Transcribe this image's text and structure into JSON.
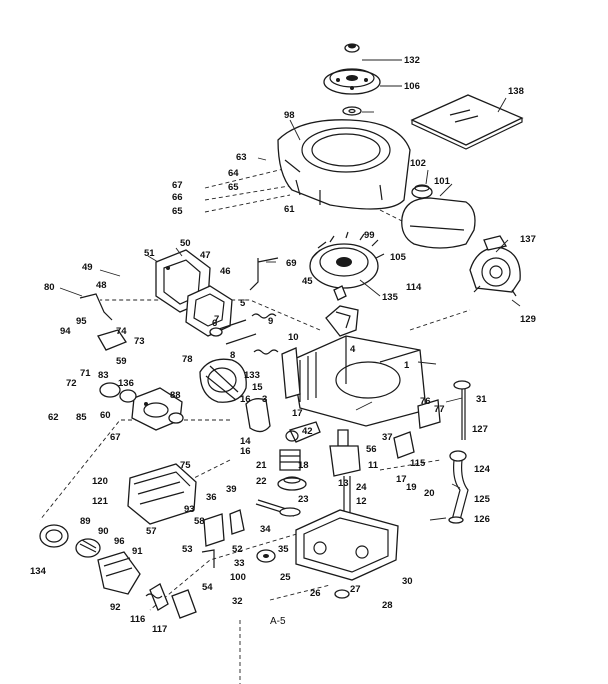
{
  "page_label": "A-5",
  "callouts": [
    "132",
    "106",
    "138",
    "98",
    "102",
    "101",
    "63",
    "64",
    "65",
    "67",
    "66",
    "65",
    "61",
    "99",
    "105",
    "114",
    "137",
    "129",
    "50",
    "51",
    "47",
    "49",
    "48",
    "46",
    "69",
    "45",
    "135",
    "80",
    "95",
    "74",
    "73",
    "94",
    "5",
    "6",
    "9",
    "10",
    "8",
    "59",
    "78",
    "72",
    "71",
    "83",
    "136",
    "62",
    "85",
    "60",
    "88",
    "67",
    "133",
    "15",
    "16",
    "3",
    "1",
    "31",
    "76",
    "77",
    "127",
    "17",
    "42",
    "14",
    "16",
    "37",
    "56",
    "115",
    "124",
    "11",
    "13",
    "18",
    "21",
    "22",
    "23",
    "24",
    "12",
    "17",
    "19",
    "20",
    "125",
    "126",
    "120",
    "121",
    "75",
    "39",
    "93",
    "36",
    "58",
    "57",
    "53",
    "52",
    "34",
    "35",
    "33",
    "100",
    "54",
    "32",
    "25",
    "26",
    "27",
    "28",
    "30",
    "89",
    "90",
    "96",
    "91",
    "134",
    "92",
    "116",
    "117",
    "7",
    "4"
  ]
}
